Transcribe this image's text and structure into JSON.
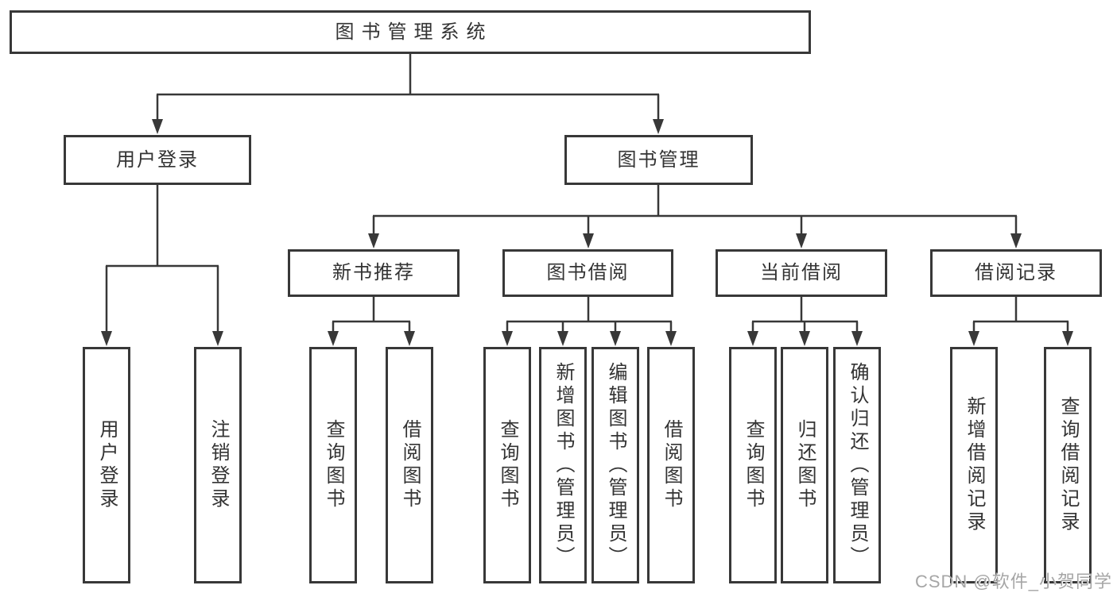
{
  "tree": {
    "root": {
      "label": "图书管理系统",
      "children": [
        {
          "label": "用户登录",
          "children": [
            {
              "label": "用户登录"
            },
            {
              "label": "注销登录"
            }
          ]
        },
        {
          "label": "图书管理",
          "children": [
            {
              "label": "新书推荐",
              "children": [
                {
                  "label": "查询图书"
                },
                {
                  "label": "借阅图书"
                }
              ]
            },
            {
              "label": "图书借阅",
              "children": [
                {
                  "label": "查询图书"
                },
                {
                  "label": "新增图书（管理员）"
                },
                {
                  "label": "编辑图书（管理员）"
                },
                {
                  "label": "借阅图书"
                }
              ]
            },
            {
              "label": "当前借阅",
              "children": [
                {
                  "label": "查询图书"
                },
                {
                  "label": "归还图书"
                },
                {
                  "label": "确认归还（管理员）"
                }
              ]
            },
            {
              "label": "借阅记录",
              "children": [
                {
                  "label": "新增借阅记录"
                },
                {
                  "label": "查询借阅记录"
                }
              ]
            }
          ]
        }
      ]
    }
  },
  "watermark": {
    "text": "CSDN @软件_小贺同学"
  },
  "colors": {
    "line": "#383838",
    "box_border": "#383838",
    "box_fill": "#ffffff",
    "text": "#333333",
    "watermark": "#a6a6a6",
    "background": "#ffffff"
  }
}
